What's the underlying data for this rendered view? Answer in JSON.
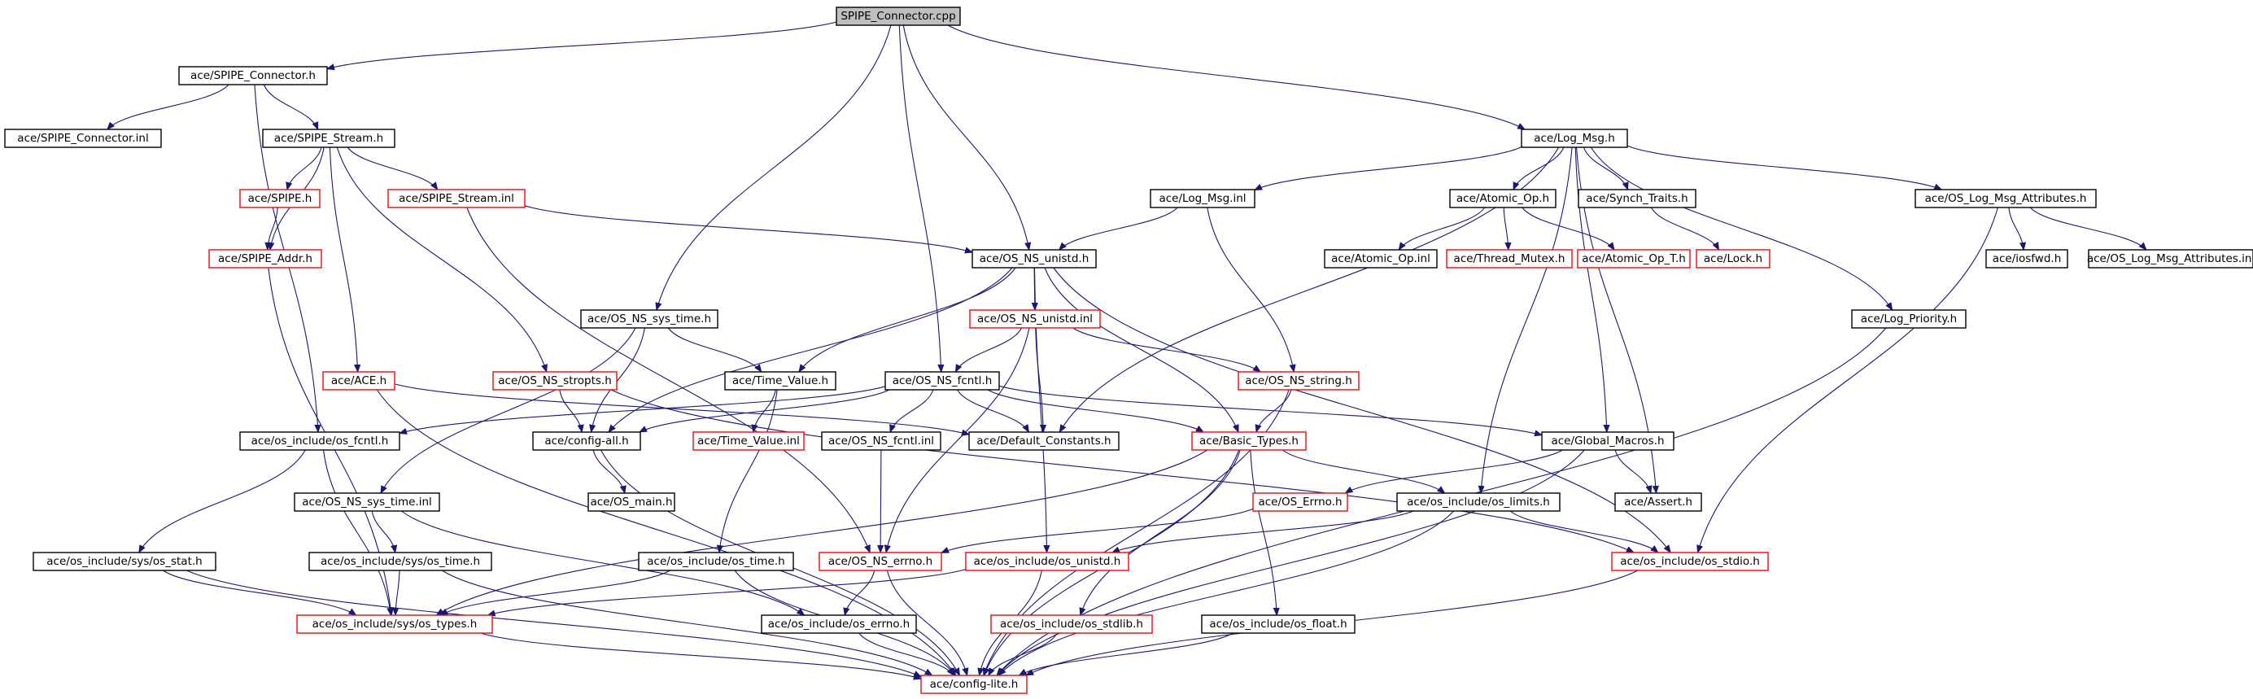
{
  "colors": {
    "edge": "#191970",
    "node_border": "#000000",
    "missing_node_border": "#ff0000",
    "root_fill": "#bfbfbf",
    "background": "#ffffff"
  },
  "nodes": [
    {
      "id": "root",
      "label": "SPIPE_Connector.cpp",
      "kind": "root"
    },
    {
      "id": "spipe_connector_h",
      "label": "ace/SPIPE_Connector.h",
      "kind": "normal"
    },
    {
      "id": "spipe_connector_inl",
      "label": "ace/SPIPE_Connector.inl",
      "kind": "normal"
    },
    {
      "id": "spipe_stream_h",
      "label": "ace/SPIPE_Stream.h",
      "kind": "normal"
    },
    {
      "id": "spipe_h",
      "label": "ace/SPIPE.h",
      "kind": "missing"
    },
    {
      "id": "spipe_stream_inl",
      "label": "ace/SPIPE_Stream.inl",
      "kind": "missing"
    },
    {
      "id": "spipe_addr_h",
      "label": "ace/SPIPE_Addr.h",
      "kind": "missing"
    },
    {
      "id": "log_msg_h",
      "label": "ace/Log_Msg.h",
      "kind": "normal"
    },
    {
      "id": "log_msg_inl",
      "label": "ace/Log_Msg.inl",
      "kind": "normal"
    },
    {
      "id": "atomic_op_h",
      "label": "ace/Atomic_Op.h",
      "kind": "normal"
    },
    {
      "id": "synch_traits_h",
      "label": "ace/Synch_Traits.h",
      "kind": "normal"
    },
    {
      "id": "os_log_msg_attr_h",
      "label": "ace/OS_Log_Msg_Attributes.h",
      "kind": "normal"
    },
    {
      "id": "os_ns_unistd_h",
      "label": "ace/OS_NS_unistd.h",
      "kind": "normal"
    },
    {
      "id": "atomic_op_inl",
      "label": "ace/Atomic_Op.inl",
      "kind": "normal"
    },
    {
      "id": "thread_mutex_h",
      "label": "ace/Thread_Mutex.h",
      "kind": "missing"
    },
    {
      "id": "atomic_op_t_h",
      "label": "ace/Atomic_Op_T.h",
      "kind": "missing"
    },
    {
      "id": "lock_h",
      "label": "ace/Lock.h",
      "kind": "missing"
    },
    {
      "id": "iosfwd_h",
      "label": "ace/iosfwd.h",
      "kind": "normal"
    },
    {
      "id": "os_log_msg_attr_inl",
      "label": "ace/OS_Log_Msg_Attributes.inl",
      "kind": "normal"
    },
    {
      "id": "os_ns_sys_time_h",
      "label": "ace/OS_NS_sys_time.h",
      "kind": "normal"
    },
    {
      "id": "os_ns_unistd_inl",
      "label": "ace/OS_NS_unistd.inl",
      "kind": "missing"
    },
    {
      "id": "log_priority_h",
      "label": "ace/Log_Priority.h",
      "kind": "normal"
    },
    {
      "id": "ace_h",
      "label": "ace/ACE.h",
      "kind": "missing"
    },
    {
      "id": "os_ns_stropts_h",
      "label": "ace/OS_NS_stropts.h",
      "kind": "missing"
    },
    {
      "id": "time_value_h",
      "label": "ace/Time_Value.h",
      "kind": "normal"
    },
    {
      "id": "os_ns_fcntl_h",
      "label": "ace/OS_NS_fcntl.h",
      "kind": "normal"
    },
    {
      "id": "os_ns_string_h",
      "label": "ace/OS_NS_string.h",
      "kind": "missing"
    },
    {
      "id": "os_include_os_fcntl_h",
      "label": "ace/os_include/os_fcntl.h",
      "kind": "normal"
    },
    {
      "id": "config_all_h",
      "label": "ace/config-all.h",
      "kind": "normal"
    },
    {
      "id": "time_value_inl",
      "label": "ace/Time_Value.inl",
      "kind": "missing"
    },
    {
      "id": "os_ns_fcntl_inl",
      "label": "ace/OS_NS_fcntl.inl",
      "kind": "normal"
    },
    {
      "id": "default_constants_h",
      "label": "ace/Default_Constants.h",
      "kind": "normal"
    },
    {
      "id": "basic_types_h",
      "label": "ace/Basic_Types.h",
      "kind": "missing"
    },
    {
      "id": "global_macros_h",
      "label": "ace/Global_Macros.h",
      "kind": "normal"
    },
    {
      "id": "os_main_h",
      "label": "ace/OS_main.h",
      "kind": "normal"
    },
    {
      "id": "os_ns_sys_time_inl",
      "label": "ace/OS_NS_sys_time.inl",
      "kind": "normal"
    },
    {
      "id": "os_errno_h",
      "label": "ace/OS_Errno.h",
      "kind": "missing"
    },
    {
      "id": "os_include_os_limits_h",
      "label": "ace/os_include/os_limits.h",
      "kind": "normal"
    },
    {
      "id": "assert_h",
      "label": "ace/Assert.h",
      "kind": "normal"
    },
    {
      "id": "os_include_sys_os_stat_h",
      "label": "ace/os_include/sys/os_stat.h",
      "kind": "normal"
    },
    {
      "id": "os_include_sys_os_time_h",
      "label": "ace/os_include/sys/os_time.h",
      "kind": "normal"
    },
    {
      "id": "os_include_os_time_h",
      "label": "ace/os_include/os_time.h",
      "kind": "normal"
    },
    {
      "id": "os_ns_errno_h",
      "label": "ace/OS_NS_errno.h",
      "kind": "missing"
    },
    {
      "id": "os_include_os_unistd_h",
      "label": "ace/os_include/os_unistd.h",
      "kind": "missing"
    },
    {
      "id": "os_include_os_stdio_h",
      "label": "ace/os_include/os_stdio.h",
      "kind": "missing"
    },
    {
      "id": "os_include_sys_os_types_h",
      "label": "ace/os_include/sys/os_types.h",
      "kind": "missing"
    },
    {
      "id": "os_include_os_errno_h",
      "label": "ace/os_include/os_errno.h",
      "kind": "normal"
    },
    {
      "id": "os_include_os_stdlib_h",
      "label": "ace/os_include/os_stdlib.h",
      "kind": "missing"
    },
    {
      "id": "os_include_os_float_h",
      "label": "ace/os_include/os_float.h",
      "kind": "normal"
    },
    {
      "id": "config_lite_h",
      "label": "ace/config-lite.h",
      "kind": "missing"
    }
  ],
  "edges": [
    [
      "root",
      "spipe_connector_h"
    ],
    [
      "root",
      "log_msg_h"
    ],
    [
      "root",
      "os_ns_unistd_h"
    ],
    [
      "root",
      "os_ns_sys_time_h"
    ],
    [
      "root",
      "os_ns_fcntl_h"
    ],
    [
      "spipe_connector_h",
      "spipe_connector_inl"
    ],
    [
      "spipe_connector_h",
      "spipe_stream_h"
    ],
    [
      "spipe_connector_h",
      "os_include_os_fcntl_h"
    ],
    [
      "spipe_stream_h",
      "spipe_h"
    ],
    [
      "spipe_stream_h",
      "spipe_stream_inl"
    ],
    [
      "spipe_stream_h",
      "spipe_addr_h"
    ],
    [
      "spipe_stream_h",
      "ace_h"
    ],
    [
      "spipe_stream_h",
      "os_ns_stropts_h"
    ],
    [
      "spipe_h",
      "spipe_addr_h"
    ],
    [
      "spipe_addr_h",
      "os_include_sys_os_types_h"
    ],
    [
      "spipe_stream_inl",
      "os_ns_unistd_h"
    ],
    [
      "spipe_stream_inl",
      "os_ns_errno_h"
    ],
    [
      "log_msg_h",
      "log_msg_inl"
    ],
    [
      "log_msg_h",
      "atomic_op_h"
    ],
    [
      "log_msg_h",
      "synch_traits_h"
    ],
    [
      "log_msg_h",
      "os_log_msg_attr_h"
    ],
    [
      "log_msg_h",
      "log_priority_h"
    ],
    [
      "log_msg_h",
      "default_constants_h"
    ],
    [
      "log_msg_h",
      "global_macros_h"
    ],
    [
      "log_msg_h",
      "os_include_os_limits_h"
    ],
    [
      "log_msg_h",
      "assert_h"
    ],
    [
      "log_msg_inl",
      "os_ns_unistd_h"
    ],
    [
      "log_msg_inl",
      "os_ns_string_h"
    ],
    [
      "atomic_op_h",
      "atomic_op_inl"
    ],
    [
      "atomic_op_h",
      "thread_mutex_h"
    ],
    [
      "atomic_op_h",
      "atomic_op_t_h"
    ],
    [
      "synch_traits_h",
      "lock_h"
    ],
    [
      "os_log_msg_attr_h",
      "iosfwd_h"
    ],
    [
      "os_log_msg_attr_h",
      "os_log_msg_attr_inl"
    ],
    [
      "os_log_msg_attr_h",
      "os_include_os_stdio_h"
    ],
    [
      "os_ns_unistd_h",
      "os_ns_unistd_inl"
    ],
    [
      "os_ns_unistd_h",
      "time_value_h"
    ],
    [
      "os_ns_unistd_h",
      "basic_types_h"
    ],
    [
      "os_ns_unistd_h",
      "config_all_h"
    ],
    [
      "os_ns_unistd_h",
      "os_include_os_unistd_h"
    ],
    [
      "os_ns_unistd_h",
      "os_include_os_stdio_h"
    ],
    [
      "os_ns_unistd_inl",
      "os_ns_fcntl_h"
    ],
    [
      "os_ns_unistd_inl",
      "default_constants_h"
    ],
    [
      "os_ns_unistd_inl",
      "os_ns_string_h"
    ],
    [
      "os_ns_unistd_inl",
      "os_ns_errno_h"
    ],
    [
      "os_ns_sys_time_h",
      "os_ns_sys_time_inl"
    ],
    [
      "os_ns_sys_time_h",
      "time_value_h"
    ],
    [
      "os_ns_sys_time_h",
      "config_all_h"
    ],
    [
      "log_priority_h",
      "config_lite_h"
    ],
    [
      "ace_h",
      "default_constants_h"
    ],
    [
      "ace_h",
      "config_lite_h"
    ],
    [
      "os_ns_stropts_h",
      "config_all_h"
    ],
    [
      "os_ns_stropts_h",
      "os_include_os_stdio_h"
    ],
    [
      "time_value_h",
      "time_value_inl"
    ],
    [
      "time_value_h",
      "os_include_os_time_h"
    ],
    [
      "os_ns_fcntl_h",
      "os_include_os_fcntl_h"
    ],
    [
      "os_ns_fcntl_h",
      "config_all_h"
    ],
    [
      "os_ns_fcntl_h",
      "os_ns_fcntl_inl"
    ],
    [
      "os_ns_fcntl_h",
      "default_constants_h"
    ],
    [
      "os_ns_fcntl_h",
      "global_macros_h"
    ],
    [
      "os_ns_fcntl_h",
      "basic_types_h"
    ],
    [
      "os_ns_string_h",
      "basic_types_h"
    ],
    [
      "os_ns_string_h",
      "config_lite_h"
    ],
    [
      "os_include_os_fcntl_h",
      "os_include_sys_os_stat_h"
    ],
    [
      "os_include_os_fcntl_h",
      "os_include_sys_os_types_h"
    ],
    [
      "config_all_h",
      "os_main_h"
    ],
    [
      "config_all_h",
      "config_lite_h"
    ],
    [
      "os_ns_fcntl_inl",
      "os_ns_errno_h"
    ],
    [
      "basic_types_h",
      "os_include_os_limits_h"
    ],
    [
      "basic_types_h",
      "os_include_sys_os_types_h"
    ],
    [
      "basic_types_h",
      "os_include_os_stdlib_h"
    ],
    [
      "basic_types_h",
      "os_include_os_float_h"
    ],
    [
      "basic_types_h",
      "config_lite_h"
    ],
    [
      "global_macros_h",
      "os_errno_h"
    ],
    [
      "global_macros_h",
      "assert_h"
    ],
    [
      "global_macros_h",
      "config_lite_h"
    ],
    [
      "os_ns_sys_time_inl",
      "os_include_sys_os_time_h"
    ],
    [
      "os_ns_sys_time_inl",
      "os_include_os_errno_h"
    ],
    [
      "os_errno_h",
      "os_ns_errno_h"
    ],
    [
      "os_include_os_limits_h",
      "os_include_os_unistd_h"
    ],
    [
      "os_include_os_limits_h",
      "os_include_os_stdio_h"
    ],
    [
      "os_include_os_limits_h",
      "config_lite_h"
    ],
    [
      "os_include_sys_os_stat_h",
      "os_include_sys_os_types_h"
    ],
    [
      "os_include_sys_os_stat_h",
      "config_lite_h"
    ],
    [
      "os_include_sys_os_time_h",
      "os_include_sys_os_types_h"
    ],
    [
      "os_include_sys_os_time_h",
      "config_lite_h"
    ],
    [
      "os_include_os_time_h",
      "os_include_sys_os_types_h"
    ],
    [
      "os_include_os_time_h",
      "config_lite_h"
    ],
    [
      "os_ns_errno_h",
      "os_include_os_errno_h"
    ],
    [
      "os_ns_errno_h",
      "config_lite_h"
    ],
    [
      "os_include_os_unistd_h",
      "os_include_sys_os_types_h"
    ],
    [
      "os_include_os_unistd_h",
      "config_lite_h"
    ],
    [
      "os_include_os_stdio_h",
      "config_lite_h"
    ],
    [
      "os_include_sys_os_types_h",
      "config_lite_h"
    ],
    [
      "os_include_os_errno_h",
      "config_lite_h"
    ],
    [
      "os_include_os_stdlib_h",
      "config_lite_h"
    ],
    [
      "os_include_os_float_h",
      "config_lite_h"
    ]
  ]
}
